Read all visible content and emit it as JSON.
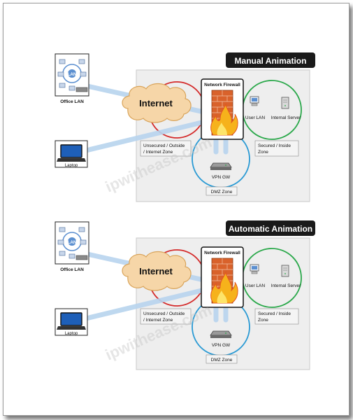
{
  "panels": [
    {
      "title": "Manual Animation",
      "internet": "Internet",
      "firewall": "Network Firewall",
      "user_lan": "User LAN",
      "internal_server": "Internal Server",
      "unsecured_zone": [
        "Unsecured / Outside",
        "/ Internet Zone"
      ],
      "secured_zone": [
        "Secured / Inside",
        "Zone"
      ],
      "vpn_gw": "VPN GW",
      "dmz_zone": "DMZ  Zone",
      "office_lan": "Office LAN",
      "lan": "LAN",
      "laptop": "Laptop"
    },
    {
      "title": "Automatic Animation",
      "internet": "Internet",
      "firewall": "Network Firewall",
      "user_lan": "User LAN",
      "internal_server": "Internal Server",
      "unsecured_zone": [
        "Unsecured / Outside",
        "/ Internet Zone"
      ],
      "secured_zone": [
        "Secured / Inside",
        "Zone"
      ],
      "vpn_gw": "VPN GW",
      "dmz_zone": "DMZ  Zone",
      "office_lan": "Office LAN",
      "lan": "LAN",
      "laptop": "Laptop"
    }
  ],
  "watermark": "ipwithease.com",
  "colors": {
    "title_bg": "#1a1a1a",
    "zone_bg": "#eeeeee",
    "unsecured_circle": "#d42a2a",
    "secured_circle": "#2aa84a",
    "dmz_circle": "#2a9ad4",
    "cloud": "#f6d6a8",
    "firewall_brick": "#d9622b",
    "tunnel": "#b8d4ee"
  }
}
